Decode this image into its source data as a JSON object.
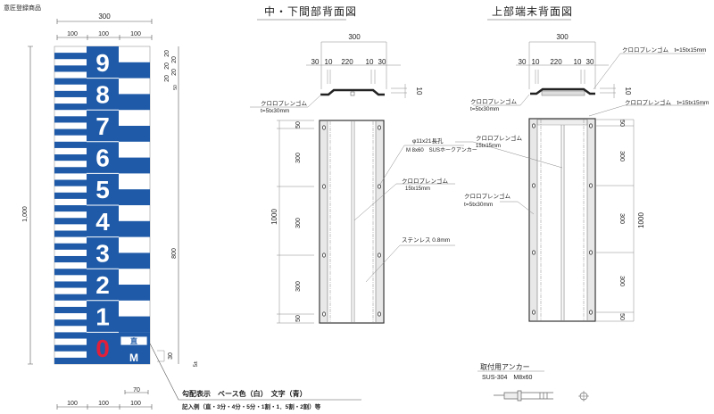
{
  "registered_label": "意匠登録商品",
  "staff": {
    "digits": [
      "9",
      "8",
      "7",
      "6",
      "5",
      "4",
      "3",
      "2",
      "1",
      "0"
    ],
    "blue": "#1e5aa8",
    "red": "#e0203a",
    "grade_box_text": "直",
    "unit_text": "M",
    "dims": {
      "total_width": "300",
      "col_widths": [
        "100",
        "100",
        "100"
      ],
      "bottom_col_widths": [
        "100",
        "100",
        "100"
      ],
      "height": "1,000",
      "scale_height": "800",
      "stripe_dims": [
        "20",
        "20",
        "20",
        "20",
        "20"
      ],
      "gap": "50",
      "bottom_margin": "30",
      "box_width": "70",
      "side_note": "5±"
    },
    "note_title": "勾配表示　ベース色（白）　文字（青）",
    "note_example": "記入例（直・3分・4分・5分・1割・1．5割・2割）等"
  },
  "mid_view": {
    "title": "中・下間部背面図",
    "dims_top": "300",
    "dims_sub": [
      "30",
      "10",
      "220",
      "10",
      "30"
    ],
    "thickness": "10",
    "rubber_label": [
      "クロロプレンゴム",
      "t=5tx30mm"
    ],
    "anchor_label": [
      "φ11x21長孔",
      "M 8x60　SUSホークアンカー"
    ],
    "rubber2_label": [
      "クロロプレンゴム",
      "15tx15mm"
    ],
    "stainless_label": "ステンレス 0.8mm",
    "height": "1000",
    "spacing": [
      "50",
      "300",
      "300",
      "300",
      "50"
    ]
  },
  "top_view": {
    "title": "上部端末背面図",
    "dims_top": "300",
    "dims_sub": [
      "30",
      "10",
      "220",
      "10",
      "30"
    ],
    "thickness": "10",
    "rubber_top_label": "クロロプレンゴム　t=15tx15mm",
    "rubber_left_label": [
      "クロロプレンゴム",
      "t=5tx30mm"
    ],
    "rubber_right_label": "クロロプレンゴム　t=15tx15mm",
    "rubber_mid_label": [
      "クロロプレンゴム",
      "15tx15mm"
    ],
    "rubber_low_label": [
      "クロロプレンゴム",
      "t=5tx30mm"
    ],
    "height": "1000",
    "spacing": [
      "50",
      "300",
      "300",
      "300",
      "50"
    ]
  },
  "anchor": {
    "title": "取付用アンカー",
    "spec": "SUS-304　M8x60"
  }
}
